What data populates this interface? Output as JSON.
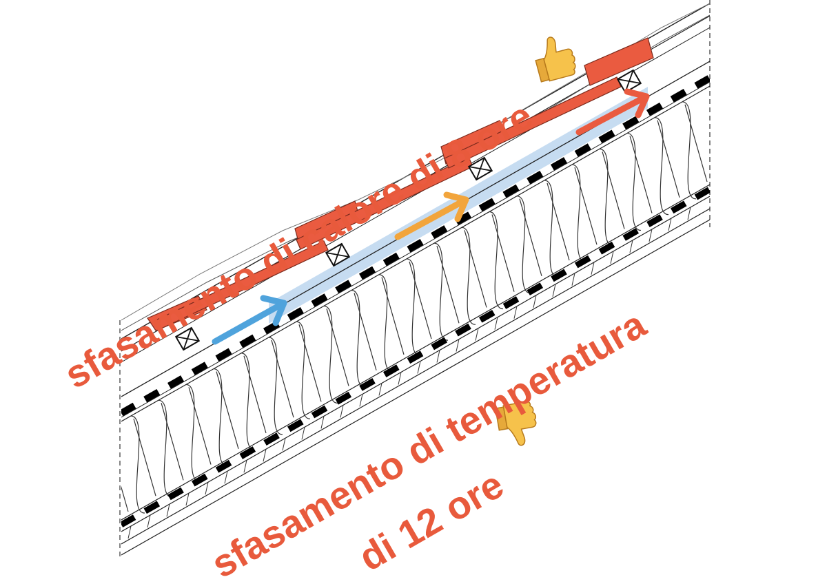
{
  "annotations": {
    "top_label": "sfasamento di calore di 8 ore",
    "bottom_label_line1": "sfasamento di temperatura",
    "bottom_label_line2": "di 12 ore"
  },
  "icons": {
    "top_label_icon": "thumbs-up-icon",
    "bottom_label_icon": "thumbs-down-icon"
  },
  "colors": {
    "label_text": "#e85a3c",
    "roof_tiles": "#ea5b40",
    "ventilation_gap": "#c6dcf1",
    "arrow_intake": "#4fa3dc",
    "arrow_middle": "#f2a53c",
    "arrow_exhaust": "#ea5b40",
    "emoji_yellow": "#f6c24b"
  }
}
